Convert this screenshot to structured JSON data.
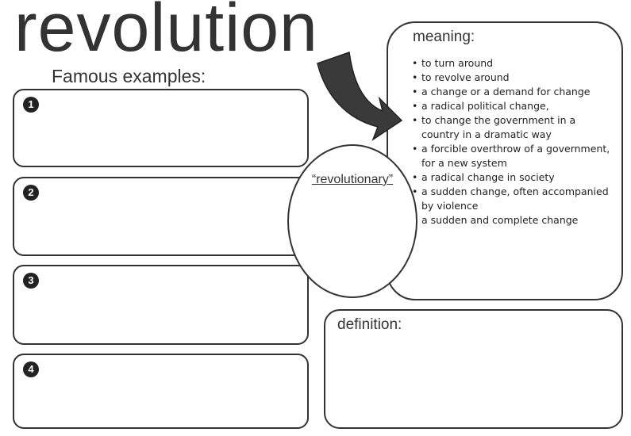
{
  "title": "revolution",
  "famous_examples": {
    "label": "Famous examples:",
    "boxes": [
      {
        "number": "1"
      },
      {
        "number": "2"
      },
      {
        "number": "3"
      },
      {
        "number": "4"
      }
    ]
  },
  "center": {
    "label": "“revolutionary”"
  },
  "meaning": {
    "label": "meaning:",
    "items": [
      "to turn around",
      "to revolve around",
      "a change or a demand for change",
      "a radical political change,",
      "to change the government in a country in a dramatic way",
      "a forcible overthrow of a government, for a new system",
      "a radical change in society",
      "a sudden change, often accompanied by violence",
      "a sudden and complete change"
    ]
  },
  "definition": {
    "label": "definition:"
  }
}
